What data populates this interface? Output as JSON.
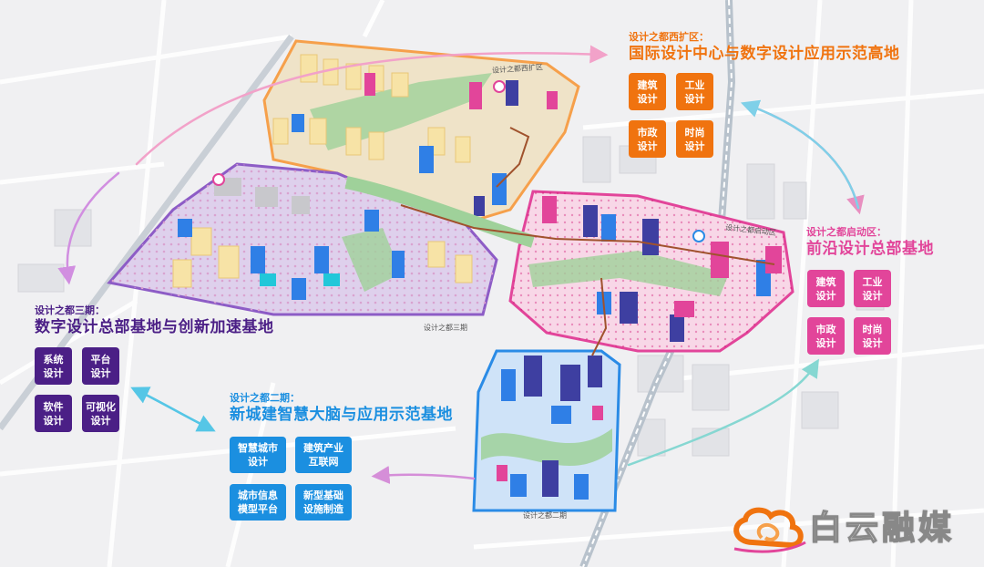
{
  "colors": {
    "orange": "#f0730f",
    "pink": "#e2459a",
    "purple": "#4b1f86",
    "blue": "#1b8fe0",
    "road": "#c9cfd6"
  },
  "zones": {
    "west_expansion": {
      "subtitle": "设计之都西扩区：",
      "title": "国际设计中心与数字设计应用示范高地",
      "map_label": "设计之都西扩区",
      "tiles": [
        [
          "建筑",
          "设计"
        ],
        [
          "工业",
          "设计"
        ],
        [
          "市政",
          "设计"
        ],
        [
          "时尚",
          "设计"
        ]
      ]
    },
    "startup": {
      "subtitle": "设计之都启动区：",
      "title": "前沿设计总部基地",
      "map_label": "设计之都启动区",
      "tiles": [
        [
          "建筑",
          "设计"
        ],
        [
          "工业",
          "设计"
        ],
        [
          "市政",
          "设计"
        ],
        [
          "时尚",
          "设计"
        ]
      ]
    },
    "phase3": {
      "subtitle": "设计之都三期：",
      "title": "数字设计总部基地与创新加速基地",
      "map_label": "设计之都三期",
      "tiles": [
        [
          "系统",
          "设计"
        ],
        [
          "平台",
          "设计"
        ],
        [
          "软件",
          "设计"
        ],
        [
          "可视化",
          "设计"
        ]
      ]
    },
    "phase2": {
      "subtitle": "设计之都二期：",
      "title": "新城建智慧大脑与应用示范基地",
      "map_label": "设计之都二期",
      "tiles": [
        [
          "智慧城市",
          "设计"
        ],
        [
          "建筑产业",
          "互联网"
        ],
        [
          "城市信息",
          "模型平台"
        ],
        [
          "新型基础",
          "设施制造"
        ]
      ]
    }
  },
  "logo": {
    "text": "白云融媒",
    "icon": "cloud-swirl-logo"
  }
}
